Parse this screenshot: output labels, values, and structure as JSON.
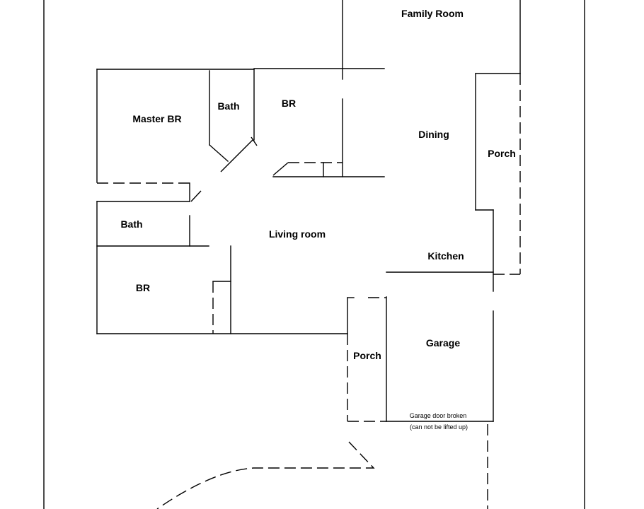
{
  "rooms": {
    "family_room": "Family Room",
    "master_br": "Master BR",
    "master_bath": "Bath",
    "br_top": "BR",
    "dining": "Dining",
    "porch_right": "Porch",
    "bath": "Bath",
    "living_room": "Living room",
    "kitchen": "Kitchen",
    "br_bottom": "BR",
    "garage": "Garage",
    "porch_front": "Porch"
  },
  "notes": {
    "garage_door_line1": "Garage door broken",
    "garage_door_line2": "(can not be lifted up)"
  }
}
